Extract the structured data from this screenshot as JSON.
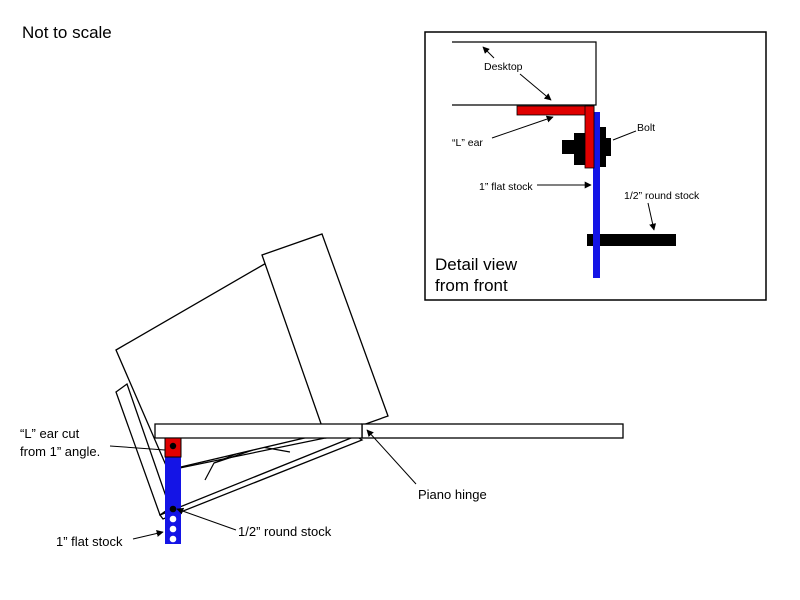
{
  "title_note": "Not to scale",
  "colors": {
    "ear": "#e00000",
    "flat_stock": "#1414e6",
    "round_stock": "#000000",
    "bolt": "#000000",
    "outline": "#000000",
    "background": "#ffffff"
  },
  "main_view": {
    "labels": {
      "l_ear_line1": "“L” ear cut",
      "l_ear_line2": "from 1” angle.",
      "flat_stock": "1” flat stock",
      "round_stock": "1/2” round stock",
      "piano_hinge": "Piano hinge"
    }
  },
  "detail_view": {
    "title_line1": "Detail view",
    "title_line2": "from front",
    "labels": {
      "desktop": "Desktop",
      "l_ear": "“L” ear",
      "bolt": "Bolt",
      "flat_stock": "1” flat stock",
      "round_stock": "1/2” round stock"
    }
  }
}
